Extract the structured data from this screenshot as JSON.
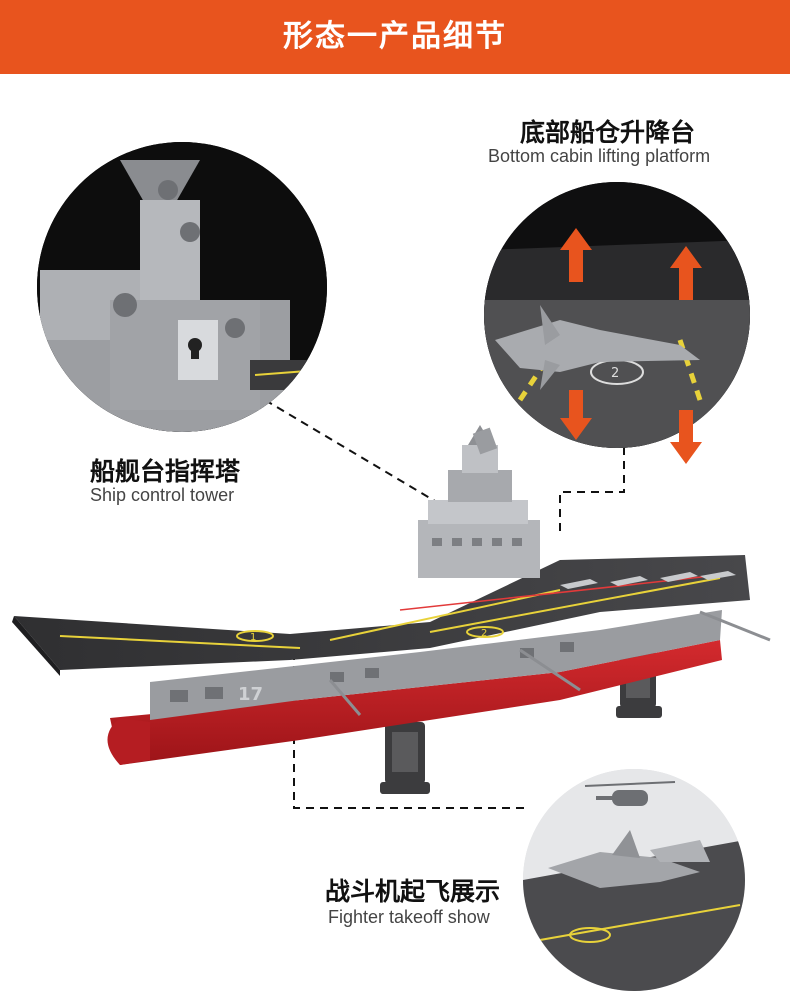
{
  "header": {
    "title": "形态一产品细节",
    "color": "#e8541e"
  },
  "callouts": [
    {
      "key": "tower",
      "title_cn": "船舰台指挥塔",
      "title_en": "Ship control tower"
    },
    {
      "key": "platform",
      "title_cn": "底部船仓升降台",
      "title_en": "Bottom cabin lifting platform"
    },
    {
      "key": "fighter",
      "title_cn": "战斗机起飞展示",
      "title_en": "Fighter takeoff show"
    }
  ],
  "ship": {
    "hull_number": "17",
    "deck_marks": [
      "1",
      "2"
    ],
    "hull_color": "#c01c22",
    "deck_color": "#3a3a3c"
  },
  "platform_number": "2",
  "arrows": {
    "color": "#e8541e",
    "up_count": 2,
    "down_count": 2
  }
}
